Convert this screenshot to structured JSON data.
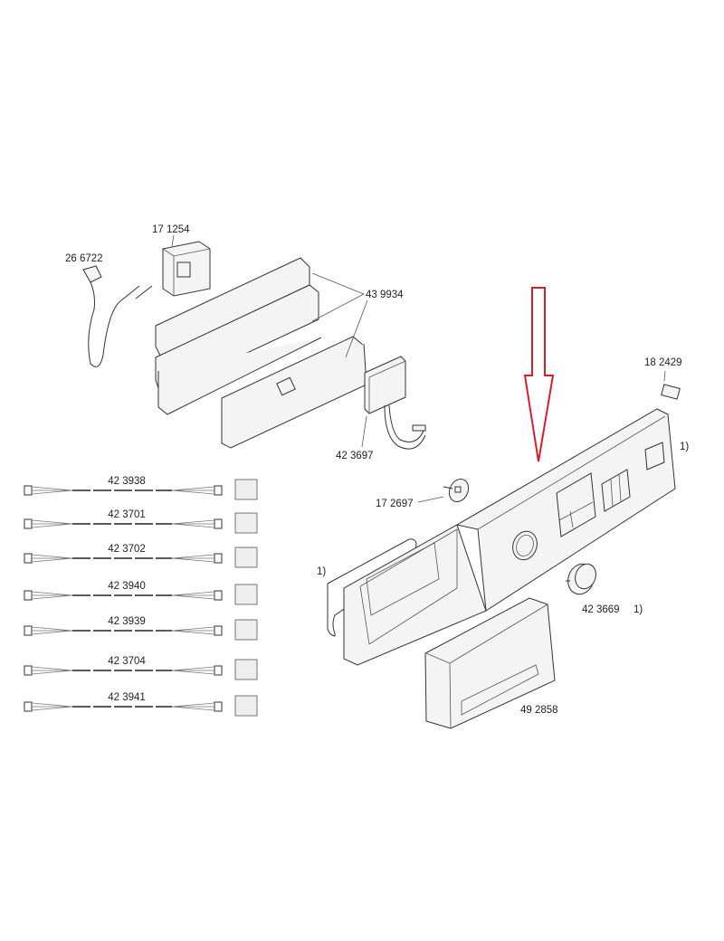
{
  "diagram": {
    "callout_labels": {
      "switch_171254": "17 1254",
      "power_cord": "26 6722",
      "control_module": "43 9934",
      "display_module": "42 3697",
      "bracket": "18 2429",
      "panel_note": "1)",
      "knob_insert": "17 2697",
      "gasket_note": "1)",
      "knob": "42 3669",
      "knob_note": "1)",
      "drawer_handle": "49 2858"
    },
    "harnesses": [
      {
        "label": "42 3938"
      },
      {
        "label": "42 3701"
      },
      {
        "label": "42 3702"
      },
      {
        "label": "42 3940"
      },
      {
        "label": "42 3939"
      },
      {
        "label": "42 3704"
      },
      {
        "label": "42 3941"
      }
    ],
    "arrow_color": "#d4202a"
  }
}
